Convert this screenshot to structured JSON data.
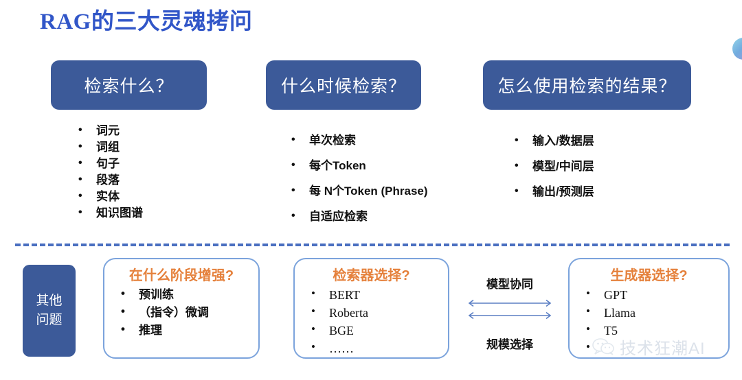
{
  "slide": {
    "title": "RAG的三大灵魂拷问",
    "title_color": "#3156c8",
    "accent_blue": "#3c5a99",
    "accent_orange": "#e5813c",
    "border_blue": "#7ba3dc",
    "divider_blue": "#4a6fc0"
  },
  "headers": [
    {
      "label": "检索什么？"
    },
    {
      "label": "什么时候检索？"
    },
    {
      "label": "怎么使用检索的结果？"
    }
  ],
  "columns": [
    {
      "items": [
        "词元",
        "词组",
        "句子",
        "段落",
        "实体",
        "知识图谱"
      ]
    },
    {
      "items": [
        "单次检索",
        "每个Token",
        "每 N个Token (Phrase)",
        "自适应检索"
      ]
    },
    {
      "items": [
        "输入/数据层",
        "模型/中间层",
        "输出/预测层"
      ]
    }
  ],
  "other_badge": {
    "line1": "其他",
    "line2": "问题"
  },
  "cards": [
    {
      "title": "在什么阶段增强?",
      "items": [
        "预训练",
        "（指令）微调",
        "推理"
      ]
    },
    {
      "title": "检索器选择?",
      "items": [
        "BERT",
        "Roberta",
        "BGE",
        "……"
      ]
    },
    {
      "title": "生成器选择?",
      "items": [
        "GPT",
        "Llama",
        "T5",
        ""
      ]
    }
  ],
  "arrows": {
    "label_top": "模型协同",
    "label_bottom": "规模选择",
    "color": "#5b7fc4"
  },
  "watermark": {
    "text": "技术狂潮AI",
    "icon": "wechat-icon"
  }
}
